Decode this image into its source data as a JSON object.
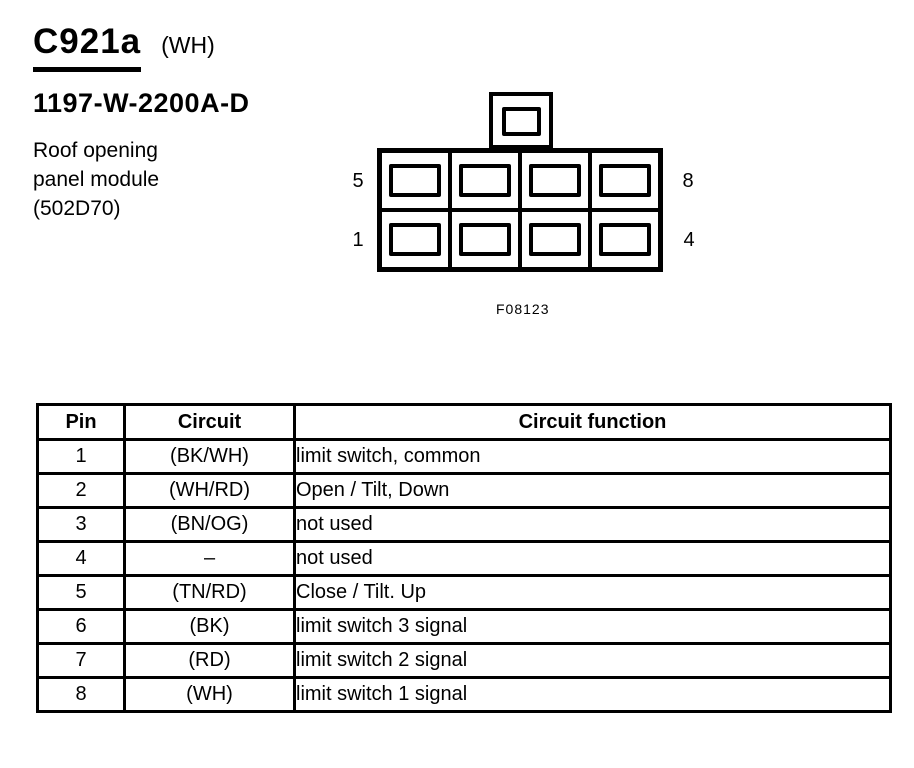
{
  "header": {
    "connector_id": "C921a",
    "connector_color": "(WH)",
    "part_number": "1197-W-2200A-D",
    "description_line1": "Roof opening",
    "description_line2": "panel module",
    "description_line3": "(502D70)"
  },
  "diagram": {
    "rows": 2,
    "columns": 4,
    "pin_labels": {
      "top_left": "5",
      "top_right": "8",
      "bottom_left": "1",
      "bottom_right": "4"
    },
    "figure_caption": "F08123"
  },
  "table": {
    "headers": [
      "Pin",
      "Circuit",
      "Circuit function"
    ],
    "rows": [
      {
        "pin": "1",
        "circuit": "(BK/WH)",
        "function": "limit switch, common"
      },
      {
        "pin": "2",
        "circuit": "(WH/RD)",
        "function": "Open / Tilt, Down"
      },
      {
        "pin": "3",
        "circuit": "(BN/OG)",
        "function": "not used"
      },
      {
        "pin": "4",
        "circuit": "–",
        "function": "not used"
      },
      {
        "pin": "5",
        "circuit": "(TN/RD)",
        "function": "Close / Tilt. Up"
      },
      {
        "pin": "6",
        "circuit": "(BK)",
        "function": "limit switch 3 signal"
      },
      {
        "pin": "7",
        "circuit": "(RD)",
        "function": "limit switch 2 signal"
      },
      {
        "pin": "8",
        "circuit": "(WH)",
        "function": "limit switch 1 signal"
      }
    ]
  },
  "colors": {
    "ink": "#000000",
    "paper": "#ffffff"
  }
}
